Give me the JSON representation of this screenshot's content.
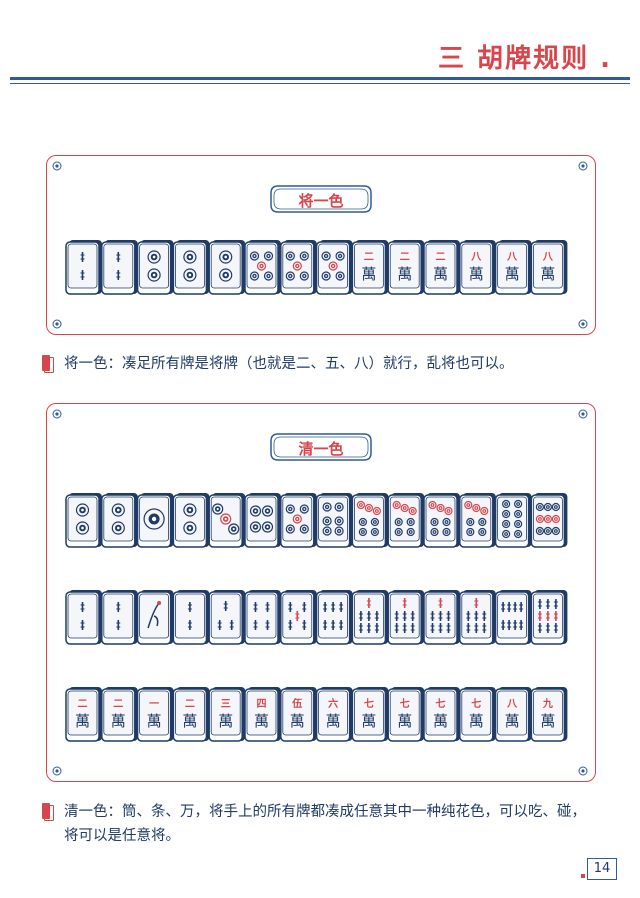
{
  "header": {
    "title": "三 胡牌规则 ."
  },
  "sections": [
    {
      "badge": "将一色",
      "caption": "将一色：凑足所有牌是将牌（也就是二、五、八）就行，乱将也可以。",
      "rows": [
        [
          "b2",
          "b2",
          "c2",
          "c2",
          "c2",
          "c5",
          "c5",
          "c5",
          "w2",
          "w2",
          "w2",
          "w8",
          "w8",
          "w8"
        ]
      ]
    },
    {
      "badge": "清一色",
      "caption": "清一色：筒、条、万，将手上的所有牌都凑成任意其中一种纯花色，可以吃、碰，将可以是任意将。",
      "rows": [
        [
          "c2",
          "c2",
          "c1",
          "c2",
          "c3",
          "c4",
          "c5",
          "c6",
          "c7",
          "c7",
          "c7",
          "c7",
          "c8",
          "c9"
        ],
        [
          "b2",
          "b2",
          "b1",
          "b2",
          "b3",
          "b4",
          "b5",
          "b6",
          "b7",
          "b7",
          "b7",
          "b7",
          "b8",
          "b9"
        ],
        [
          "w2",
          "w2",
          "w1",
          "w2",
          "w3",
          "w4",
          "w5",
          "w6",
          "w7",
          "w7",
          "w7",
          "w7",
          "w8",
          "w9"
        ]
      ]
    }
  ],
  "wan_numerals": {
    "1": "一",
    "2": "二",
    "3": "三",
    "4": "四",
    "5": "伍",
    "6": "六",
    "7": "七",
    "8": "八",
    "9": "九"
  },
  "wan_char": "萬",
  "colors": {
    "red": "#d8464b",
    "blue": "#1f3b66",
    "tile_face": "#f4f6fa"
  },
  "page_number": "14"
}
